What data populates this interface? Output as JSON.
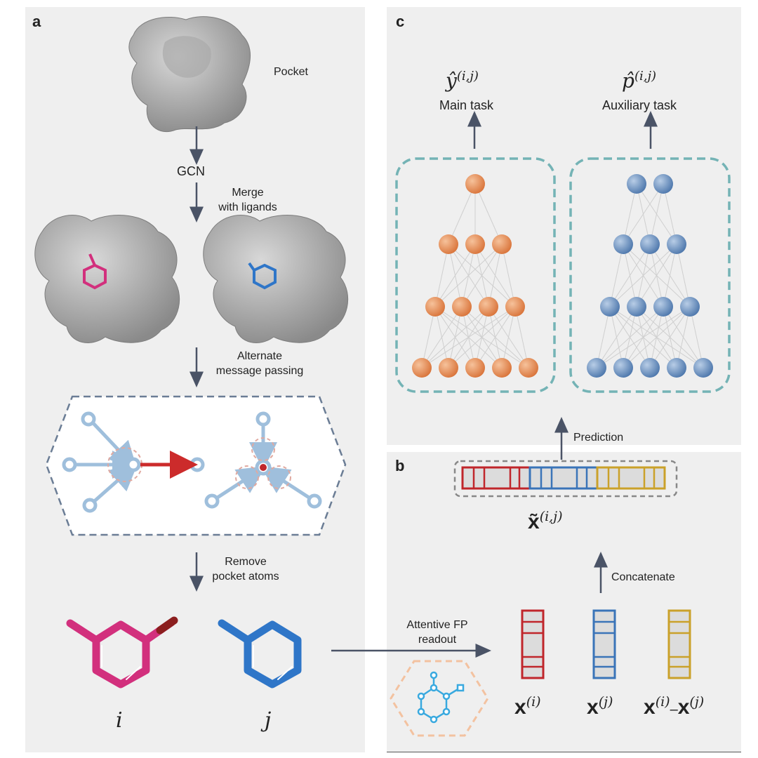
{
  "panel_a": {
    "label": "a",
    "pocket_label": "Pocket",
    "gcn_label": "GCN",
    "merge_label_line1": "Merge",
    "merge_label_line2": "with ligands",
    "alternate_label_line1": "Alternate",
    "alternate_label_line2": "message passing",
    "remove_label_line1": "Remove",
    "remove_label_line2": "pocket atoms",
    "ligand_i": "i",
    "ligand_j": "j"
  },
  "panel_b": {
    "label": "b",
    "prediction_label": "Prediction",
    "concatenate_label": "Concatenate",
    "readout_line1": "Attentive FP",
    "readout_line2": "readout",
    "combined_vector": "x̃",
    "combined_superscript": "(i,j)",
    "vec_i_base": "x",
    "vec_i_sup": "(i)",
    "vec_j_base": "x",
    "vec_j_sup": "(j)",
    "vec_diff_base1": "x",
    "vec_diff_sup1": "(i)",
    "vec_diff_minus": "–",
    "vec_diff_base2": "x",
    "vec_diff_sup2": "(j)"
  },
  "panel_c": {
    "label": "c",
    "main_symbol": "ŷ",
    "main_superscript": "(i,j)",
    "main_task": "Main task",
    "aux_symbol": "p̂",
    "aux_superscript": "(i,j)",
    "aux_task": "Auxiliary task"
  },
  "colors": {
    "panel_bg": "#efefef",
    "arrow": "#4a5366",
    "teal_dash": "#74b3b5",
    "orange_node": "#e08a4e",
    "blue_node": "#6f93c2",
    "red": "#c0262b",
    "blue": "#3a74b8",
    "gold": "#caa12a",
    "magenta": "#d2307d",
    "ligand_blue": "#2f76c8",
    "light_blue": "#9fbfdc",
    "hex_orange": "#f3c2a0",
    "cyan": "#39a9df"
  }
}
